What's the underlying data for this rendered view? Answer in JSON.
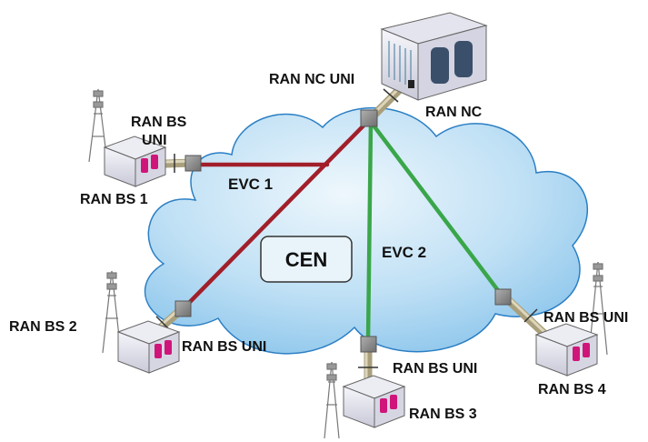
{
  "cloud_label": "CEN",
  "evc1_label": "EVC 1",
  "evc2_label": "EVC 2",
  "nc": {
    "name": "RAN NC",
    "uni": "RAN NC UNI"
  },
  "bs1": {
    "name": "RAN BS 1",
    "uni_line1": "RAN BS",
    "uni_line2": "UNI"
  },
  "bs2": {
    "name": "RAN BS 2",
    "uni": "RAN BS UNI"
  },
  "bs3": {
    "name": "RAN BS 3",
    "uni": "RAN BS UNI"
  },
  "bs4": {
    "name": "RAN BS 4",
    "uni": "RAN BS UNI"
  },
  "colors": {
    "evc1": "#a11f2a",
    "evc2": "#3aa64a",
    "cloud_light": "#e7f3fb",
    "cloud_dark": "#8ec7ec",
    "cloud_edge": "#2b7fc4",
    "cen_box": "#e9f4fa",
    "cable": "#a99f7c",
    "uni_box": "#8c8c8c"
  },
  "icons": [
    "cell-tower-icon",
    "base-station-icon",
    "network-controller-icon",
    "uni-port-icon"
  ]
}
